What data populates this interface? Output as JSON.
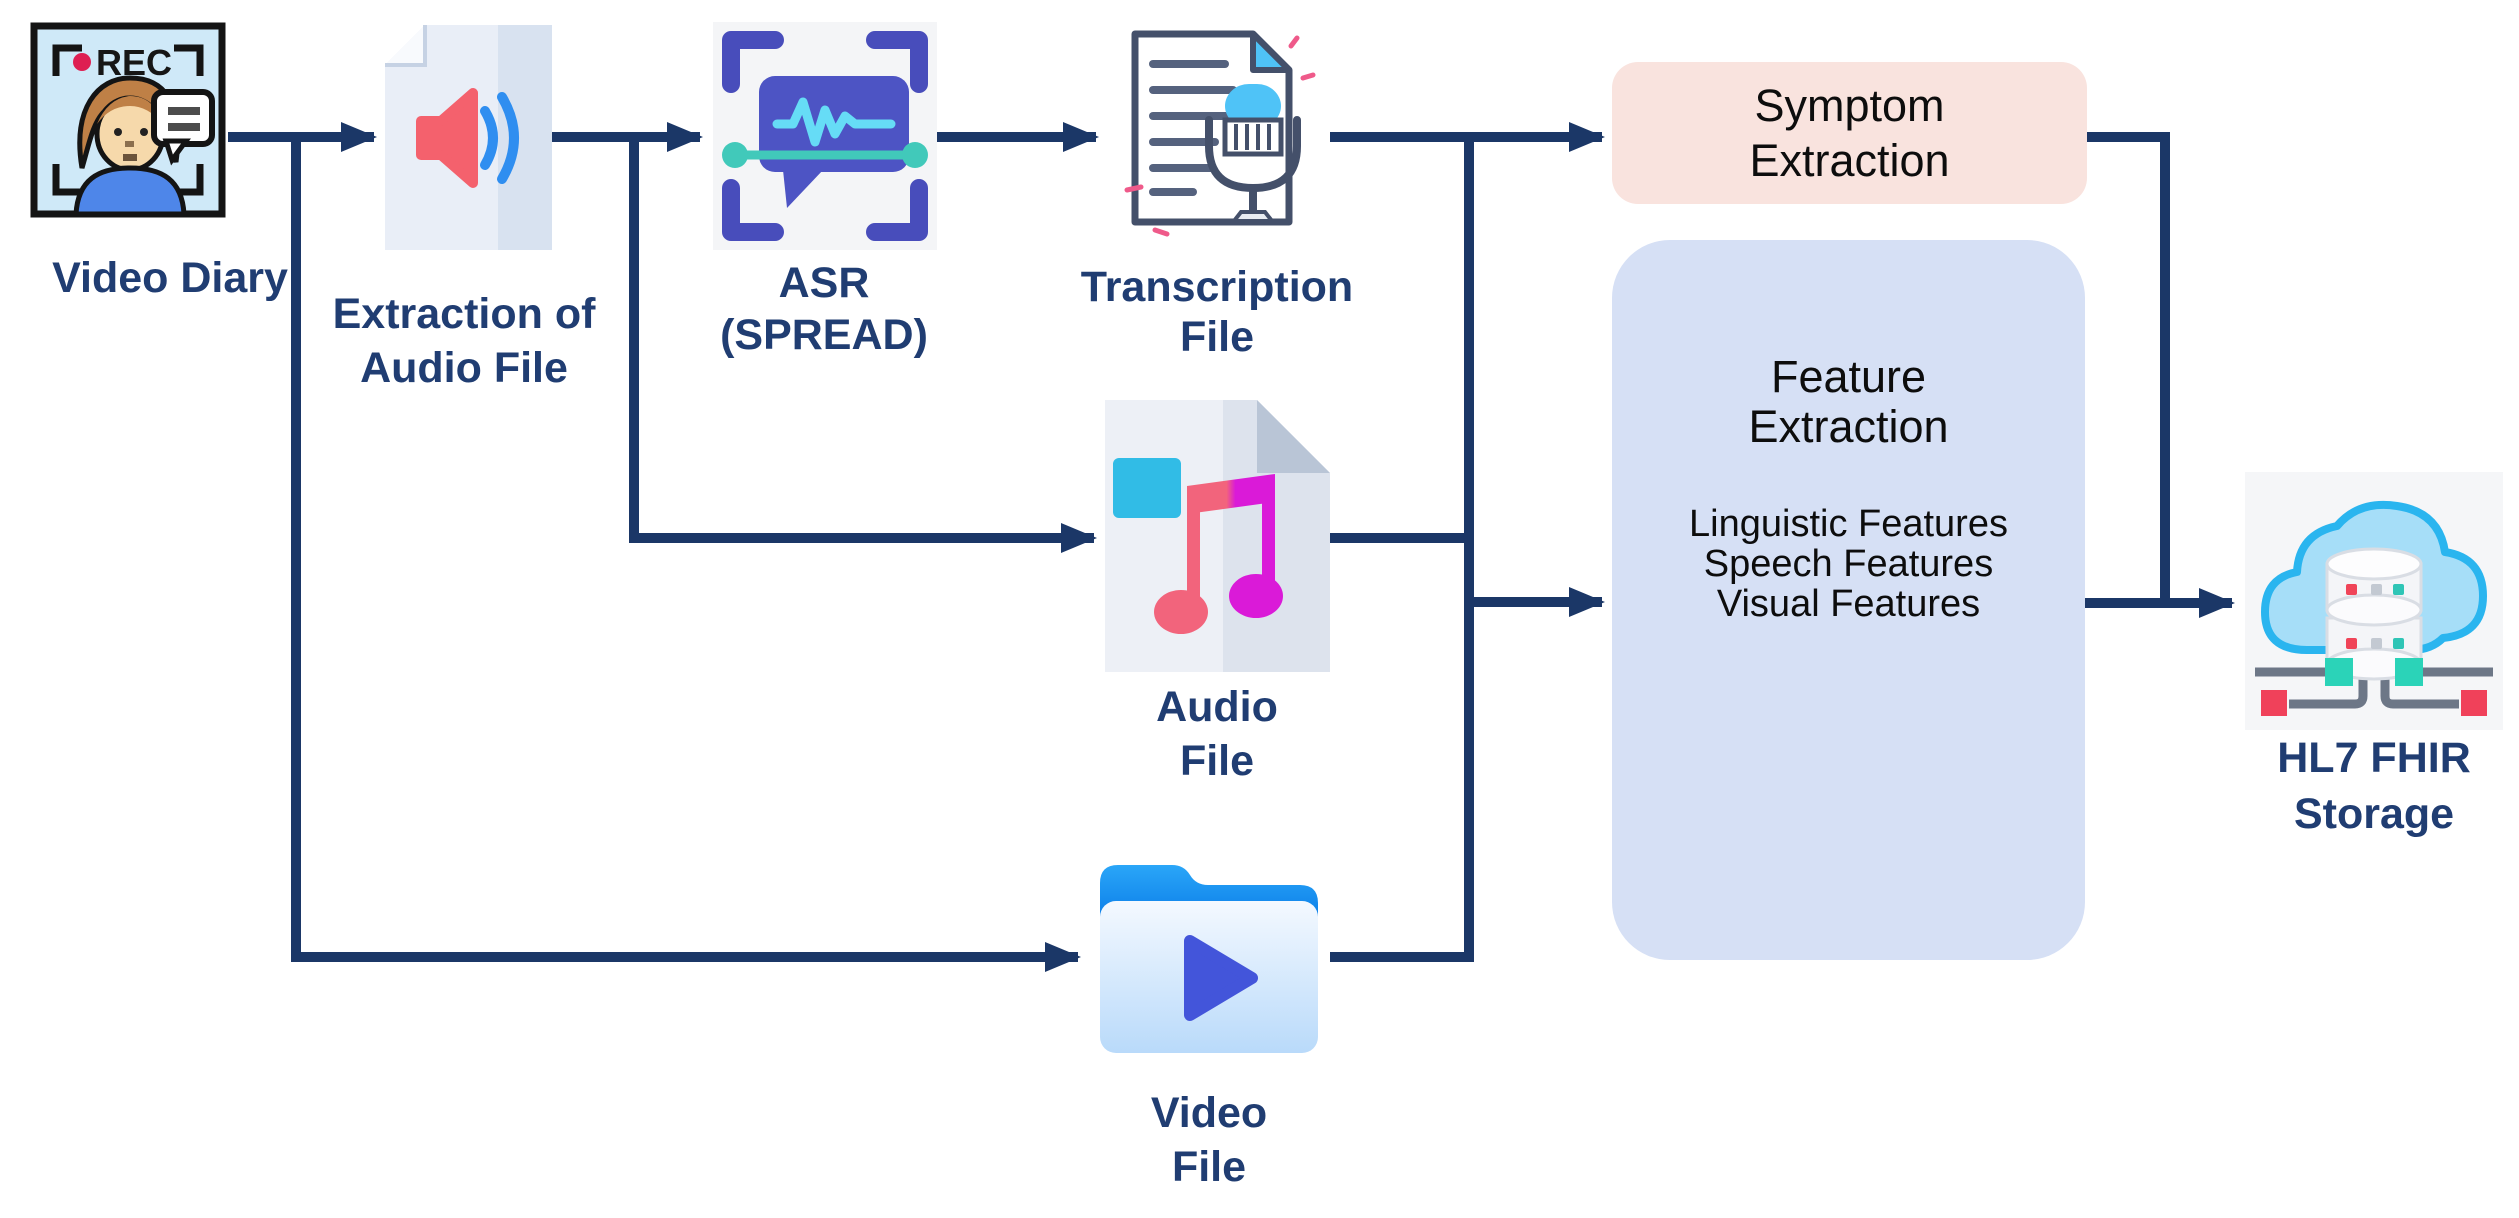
{
  "diagram": {
    "type": "pipeline-flowchart",
    "colors": {
      "background": "#ffffff",
      "connector": "#1b3767",
      "node_label": "#203d72",
      "box_text": "#0d0d0d",
      "symptom_box_fill": "#f9e3de",
      "feature_box_fill": "#d6e0f5"
    },
    "nodes": {
      "video_diary": {
        "label": "Video Diary",
        "icon": "video-recording-person"
      },
      "audio_extraction": {
        "label": "Extraction of\nAudio File",
        "icon": "speaker-document"
      },
      "asr": {
        "label": "ASR\n(SPREAD)",
        "icon": "speech-bubble-waveform-scan"
      },
      "transcription_file": {
        "label": "Transcription\nFile",
        "icon": "document-microphone"
      },
      "audio_file": {
        "label": "Audio\nFile",
        "icon": "music-notes-document"
      },
      "video_file": {
        "label": "Video\nFile",
        "icon": "folder-play"
      },
      "symptom_extraction": {
        "label": "Symptom\nExtraction"
      },
      "feature_extraction": {
        "title": "Feature\nExtraction",
        "items": [
          "Linguistic Features",
          "Speech Features",
          "Visual Features"
        ]
      },
      "hl7_storage": {
        "label": "HL7 FHIR\nStorage",
        "icon": "cloud-database"
      }
    },
    "edges": [
      {
        "from": "video_diary",
        "to": "audio_extraction"
      },
      {
        "from": "video_diary",
        "to": "video_file"
      },
      {
        "from": "audio_extraction",
        "to": "asr"
      },
      {
        "from": "audio_extraction",
        "to": "audio_file"
      },
      {
        "from": "asr",
        "to": "transcription_file"
      },
      {
        "from": "transcription_file",
        "to": "symptom_extraction"
      },
      {
        "from": "transcription_file",
        "to": "feature_extraction"
      },
      {
        "from": "audio_file",
        "to": "feature_extraction"
      },
      {
        "from": "video_file",
        "to": "feature_extraction"
      },
      {
        "from": "symptom_extraction",
        "to": "hl7_storage"
      },
      {
        "from": "feature_extraction",
        "to": "hl7_storage"
      }
    ]
  }
}
